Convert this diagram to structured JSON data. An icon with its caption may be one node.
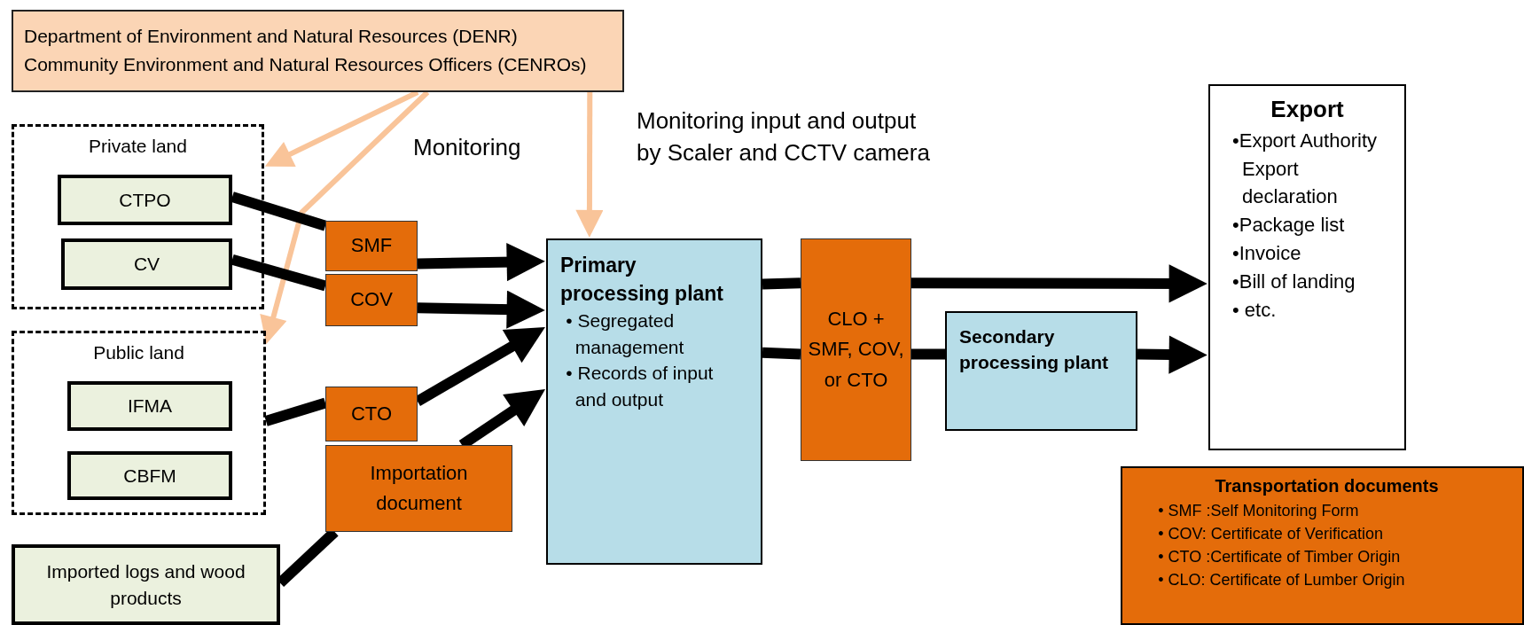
{
  "diagram": {
    "nodes": [
      {
        "text": [
          "Department of Environment and Natural Resources (DENR)",
          "Community Environment and Natural Resources Officers (CENROs)"
        ]
      },
      {
        "text": [
          "Private land"
        ]
      },
      {
        "text": [
          "CTPO"
        ],
        "in": 1
      },
      {
        "text": [
          "CV"
        ],
        "in": 1
      },
      {
        "text": [
          "Public land"
        ]
      },
      {
        "text": [
          "IFMA"
        ],
        "in": 4
      },
      {
        "text": [
          "CBFM"
        ],
        "in": 4
      },
      {
        "text": [
          "Imported logs and wood products"
        ]
      },
      {
        "text": [
          "SMF"
        ]
      },
      {
        "text": [
          "COV"
        ]
      },
      {
        "text": [
          "CTO"
        ]
      },
      {
        "text": [
          "Importation document"
        ]
      },
      {
        "text": [
          "Primary processing plant",
          "• Segregated management",
          "• Records of input and output"
        ]
      },
      {
        "text": [
          "CLO + SMF, COV, or CTO"
        ]
      },
      {
        "text": [
          "Secondary processing plant"
        ]
      },
      {
        "text": [
          "Export",
          "•Export Authority Export declaration",
          "•Package list",
          "•Invoice",
          "•Bill of landing",
          "• etc."
        ]
      },
      {
        "text": [
          "Transportation documents",
          "• SMF :Self Monitoring Form",
          "• COV: Certificate of Verification",
          "• CTO :Certificate of Timber Origin",
          "• CLO: Certificate of Lumber Origin"
        ]
      }
    ],
    "edges": [
      {
        "from": 0,
        "to": 1,
        "arrow": "to",
        "color": "#f9c499"
      },
      {
        "from": 0,
        "to": 4,
        "arrow": "to",
        "color": "#f9c499"
      },
      {
        "from": 0,
        "to": 12,
        "arrow": "to",
        "color": "#f9c499"
      },
      {
        "from": 2,
        "to": 8,
        "arrow": "none"
      },
      {
        "from": 8,
        "to": 12,
        "arrow": "to"
      },
      {
        "from": 3,
        "to": 9,
        "arrow": "none"
      },
      {
        "from": 9,
        "to": 12,
        "arrow": "to"
      },
      {
        "from": 4,
        "to": 10,
        "arrow": "none"
      },
      {
        "from": 10,
        "to": 12,
        "arrow": "to"
      },
      {
        "from": 7,
        "to": 11,
        "arrow": "none"
      },
      {
        "from": 11,
        "to": 12,
        "arrow": "to"
      },
      {
        "from": 12,
        "to": 13,
        "arrow": "none"
      },
      {
        "from": 13,
        "to": 15,
        "arrow": "to"
      },
      {
        "from": 12,
        "to": 13,
        "arrow": "none"
      },
      {
        "from": 13,
        "to": 14,
        "arrow": "none"
      },
      {
        "from": 14,
        "to": 15,
        "arrow": "to"
      }
    ],
    "labels": [
      "Monitoring",
      "Monitoring input and output by Scaler and CCTV camera"
    ]
  }
}
